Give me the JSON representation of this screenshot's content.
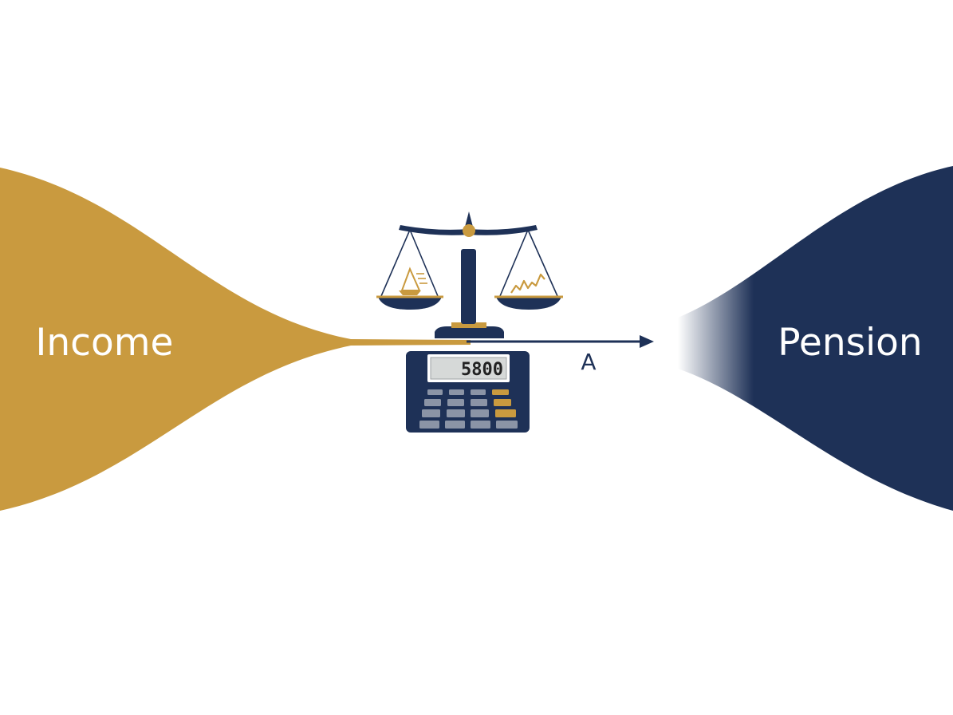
{
  "labels": {
    "left": "Income",
    "right": "Pension",
    "arrow": "A"
  },
  "calculator": {
    "display": "5800"
  },
  "colors": {
    "gold": "#c99a3f",
    "navy": "#1e3157",
    "display": "#d6d9d8"
  },
  "icons": {
    "balance": "balance-scale-icon",
    "calculator": "calculator-icon",
    "arrow": "arrow-right-icon"
  }
}
